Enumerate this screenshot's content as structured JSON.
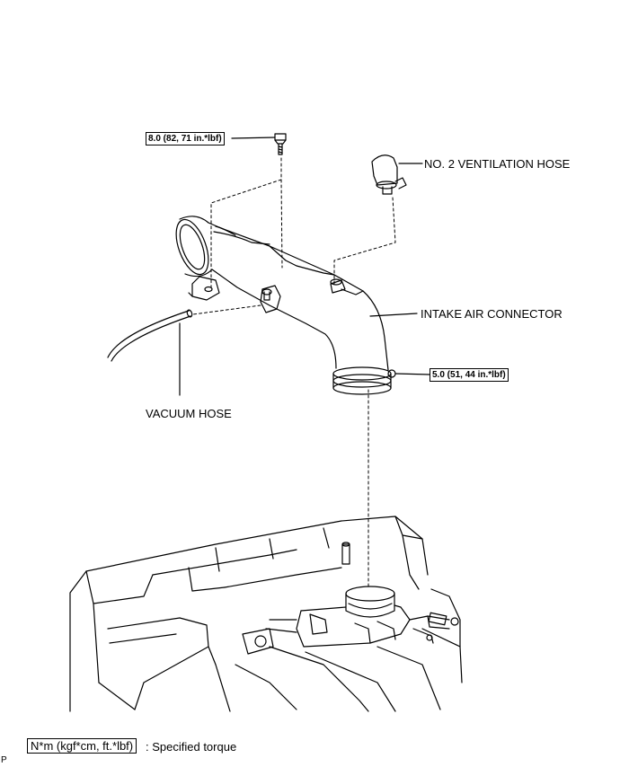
{
  "torque_specs": {
    "bolt": "8.0 (82, 71 in.*lbf)",
    "clamp": "5.0 (51, 44 in.*lbf)"
  },
  "parts": {
    "ventilation_hose": "NO. 2 VENTILATION HOSE",
    "intake_air_connector": "INTAKE AIR CONNECTOR",
    "vacuum_hose": "VACUUM HOSE"
  },
  "legend": {
    "unit_box": "N*m (kgf*cm, ft.*lbf)",
    "description": ": Specified torque"
  },
  "corner_mark": "P"
}
